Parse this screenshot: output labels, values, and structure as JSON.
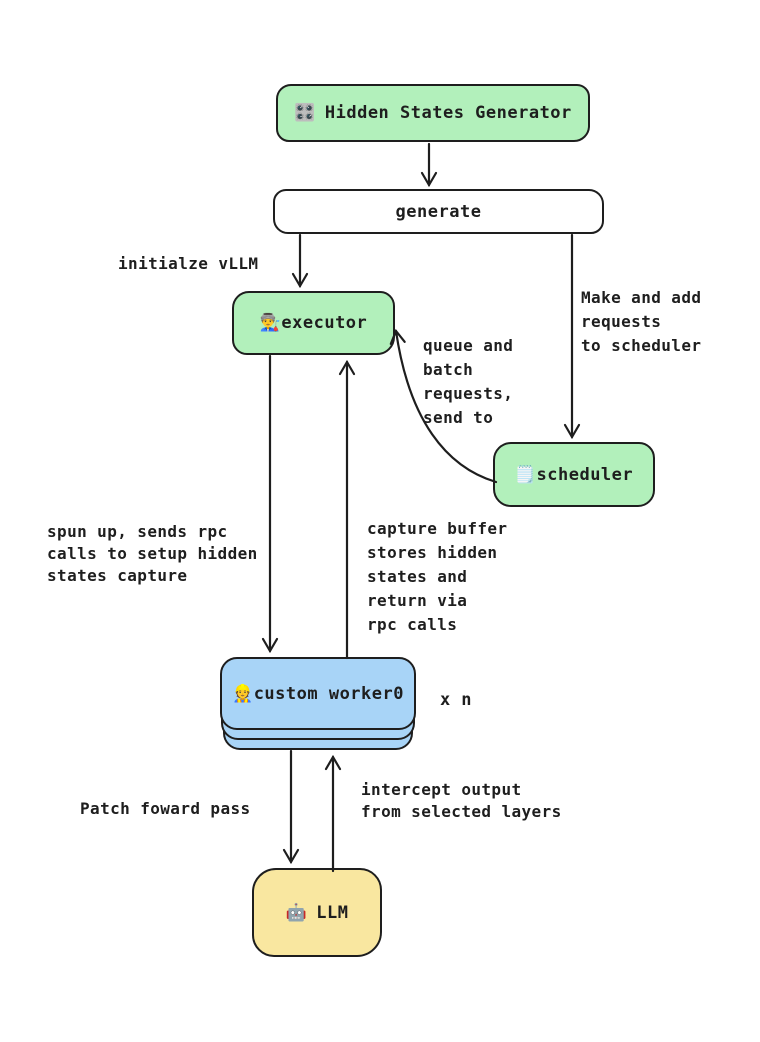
{
  "canvas": {
    "background": "#ffffff",
    "ink": "#1e1e1e",
    "fills": {
      "green": "#b2f0bb",
      "blue": "#a8d4f7",
      "yellow": "#f9e7a0",
      "white": "#ffffff"
    }
  },
  "nodes": {
    "hidden_states_generator": {
      "icon": "🎛️",
      "icon_name": "control-knobs-icon",
      "label": "Hidden States Generator",
      "fill": "#b2f0bb"
    },
    "generate": {
      "label": "generate",
      "fill": "#ffffff"
    },
    "executor": {
      "icon": "👨‍🏭",
      "icon_name": "factory-worker-icon",
      "label": "executor",
      "fill": "#b2f0bb"
    },
    "scheduler": {
      "icon": "🗒️",
      "icon_name": "spiral-notepad-icon",
      "label": "scheduler",
      "fill": "#b2f0bb"
    },
    "custom_worker": {
      "icon": "👷",
      "icon_name": "construction-worker-icon",
      "label": "custom worker0",
      "fill": "#a8d4f7",
      "multiplier_label": "x n",
      "stack_count": 3
    },
    "llm": {
      "icon": "🤖",
      "icon_name": "robot-icon",
      "label": "LLM",
      "fill": "#f9e7a0"
    }
  },
  "annotations": {
    "initialize_vllm": "initialze vLLM",
    "make_and_add": "Make and add\nrequests\nto scheduler",
    "queue_and_batch": "queue and\nbatch\nrequests,\nsend to",
    "spun_up": "spun up, sends rpc\ncalls to setup hidden\nstates capture",
    "capture_buffer": "capture buffer\nstores hidden\nstates and\nreturn via\nrpc calls",
    "patch_forward": "Patch foward pass",
    "intercept_output": "intercept output\nfrom selected layers"
  }
}
